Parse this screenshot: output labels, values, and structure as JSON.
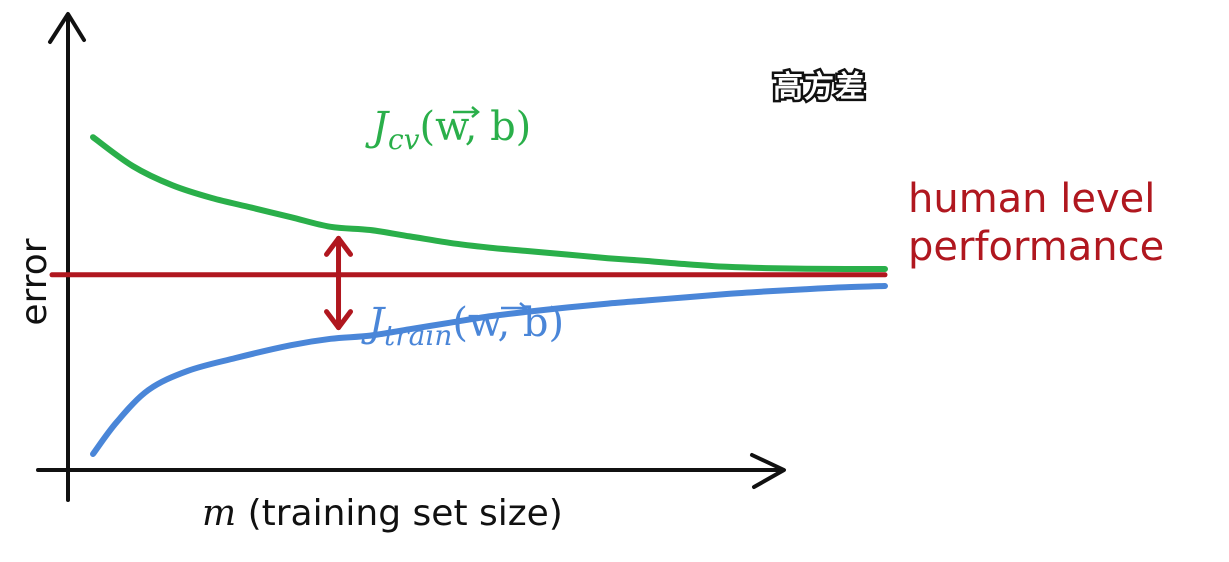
{
  "caption": "高方差",
  "colors": {
    "cv": "#2aaf4a",
    "train": "#4a86d8",
    "human": "#b0171f",
    "gap_arrow": "#b0171f",
    "axes": "#111111"
  },
  "chart_data": {
    "type": "line",
    "xlabel_var": "m",
    "xlabel_text": " (training set size)",
    "ylabel": "error",
    "xlim": [
      0,
      100
    ],
    "ylim": [
      0,
      100
    ],
    "grid": false,
    "series": [
      {
        "key": "cv",
        "name_main": "J",
        "name_sub": "cv",
        "name_args": "(w, b)",
        "x": [
          0,
          5,
          10,
          15,
          20,
          25,
          30,
          35,
          40,
          45,
          50,
          55,
          60,
          65,
          70,
          75,
          80,
          85,
          90,
          95,
          100
        ],
        "y": [
          104,
          95,
          89,
          85,
          82,
          79,
          76,
          75,
          73,
          71,
          69.5,
          68.4,
          67.3,
          66.2,
          65.3,
          64.3,
          63.5,
          63.1,
          62.9,
          62.8,
          62.8
        ]
      },
      {
        "key": "train",
        "name_main": "J",
        "name_sub": "train",
        "name_args": "(w, b)",
        "x": [
          0,
          3,
          7,
          12,
          18,
          25,
          30,
          35,
          40,
          45,
          50,
          55,
          60,
          65,
          70,
          75,
          80,
          85,
          90,
          95,
          100
        ],
        "y": [
          5,
          15,
          25,
          31,
          35,
          39,
          41,
          42,
          44,
          46,
          48,
          49.5,
          50.8,
          52,
          53,
          54,
          55,
          55.8,
          56.5,
          57.1,
          57.5
        ]
      },
      {
        "key": "human",
        "name": "human level performance",
        "name_lines": [
          "human level",
          "performance"
        ],
        "x": [
          0,
          100
        ],
        "y": [
          61,
          61
        ]
      }
    ],
    "annotations": [
      {
        "type": "double-arrow",
        "x": 31,
        "y_from": 75.5,
        "y_to": 42
      }
    ]
  }
}
